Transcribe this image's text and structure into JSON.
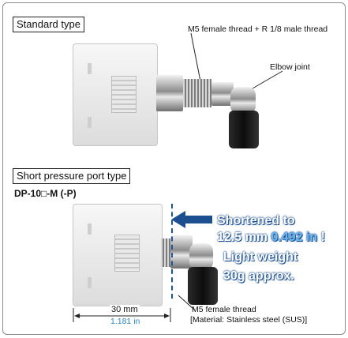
{
  "standard": {
    "box_label": "Standard type"
  },
  "labels": {
    "thread_top": "M5 female thread + R 1/8 male thread",
    "elbow": "Elbow joint",
    "short_box_label": "Short pressure port type",
    "model": "DP-10□-M (-P)",
    "shortened_line1": "Shortened to",
    "shortened_value": "12.5 mm",
    "shortened_in": "0.492 in",
    "shortened_excl": "!",
    "light_weight": "Light weight",
    "weight": "30g approx.",
    "dim_mm": "30 mm",
    "dim_in": "1.181 in",
    "thread_bottom": "M5 female thread",
    "material": "[Material: Stainless steel (SUS)]"
  },
  "colors": {
    "arrow": "#1b4f8f",
    "highlight": "#6bb8f2"
  }
}
